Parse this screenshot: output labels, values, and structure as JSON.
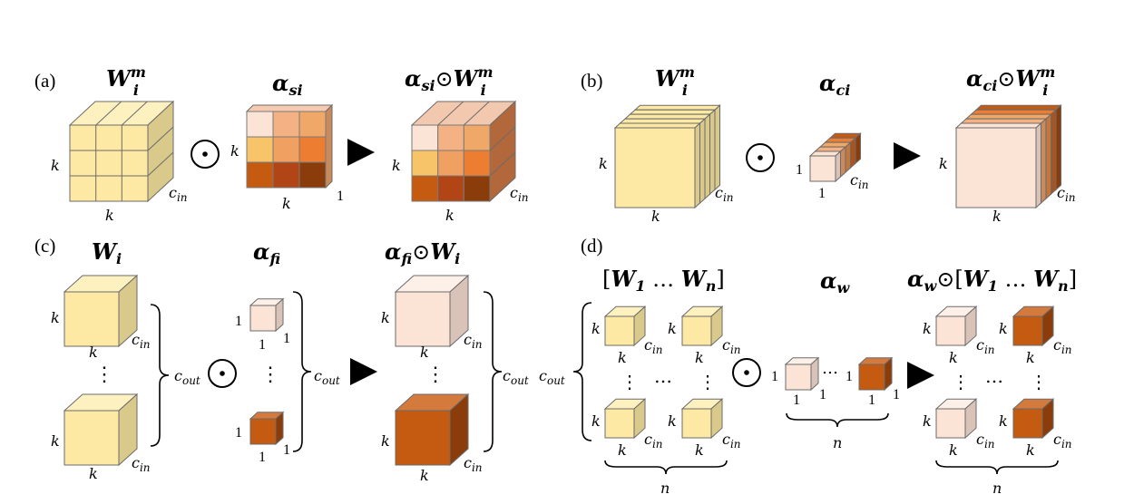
{
  "panels": {
    "a": {
      "label": "(a)",
      "title_w": "W",
      "title_w_sup": "m",
      "title_w_sub": "i",
      "title_alpha": "α",
      "title_alpha_sub": "si",
      "title_res_alpha": "α",
      "title_res_alpha_sub": "si",
      "title_res_op": "⊙",
      "title_res_w": "W",
      "title_res_w_sup": "m",
      "title_res_w_sub": "i"
    },
    "b": {
      "label": "(b)",
      "title_w": "W",
      "title_w_sup": "m",
      "title_w_sub": "i",
      "title_alpha": "α",
      "title_alpha_sub": "ci",
      "title_res_alpha": "α",
      "title_res_alpha_sub": "ci",
      "title_res_op": "⊙",
      "title_res_w": "W",
      "title_res_w_sup": "m",
      "title_res_w_sub": "i"
    },
    "c": {
      "label": "(c)",
      "title_w": "W",
      "title_w_sub": "i",
      "title_alpha": "α",
      "title_alpha_sub": "fi",
      "title_res_alpha": "α",
      "title_res_alpha_sub": "fi",
      "title_res_op": "⊙",
      "title_res_w": "W",
      "title_res_w_sub": "i"
    },
    "d": {
      "label": "(d)",
      "title_list_open": "[",
      "title_list_w1": "W",
      "title_list_w1_sub": "1",
      "title_list_dots": " … ",
      "title_list_wn": "W",
      "title_list_wn_sub": "n",
      "title_list_close": "]",
      "title_alpha": "α",
      "title_alpha_sub": "w",
      "title_res_alpha": "α",
      "title_res_alpha_sub": "w",
      "title_res_op": "⊙"
    }
  },
  "symbols": {
    "k": "k",
    "c": "c",
    "in": "in",
    "out": "out",
    "one": "1",
    "n": "n",
    "odot": "⊙",
    "vdots": "⋮",
    "hdots": "…"
  },
  "colors": {
    "yellow_front": "#fde9a3",
    "yellow_top": "#fef1c0",
    "yellow_side": "#d9c98a",
    "peach_front": "#fbe3d6",
    "peach_top": "#fdf0e8",
    "peach_side": "#d9c3b8",
    "orange_front": "#c55a11",
    "orange_top": "#d47a3c",
    "orange_side": "#8a3d0b",
    "grid_a": [
      "#fbe3d6",
      "#f4b183",
      "#f0a868",
      "#f8c46a",
      "#f0a060",
      "#ed7d31",
      "#c55a11",
      "#b14515",
      "#8a3d0b"
    ]
  }
}
